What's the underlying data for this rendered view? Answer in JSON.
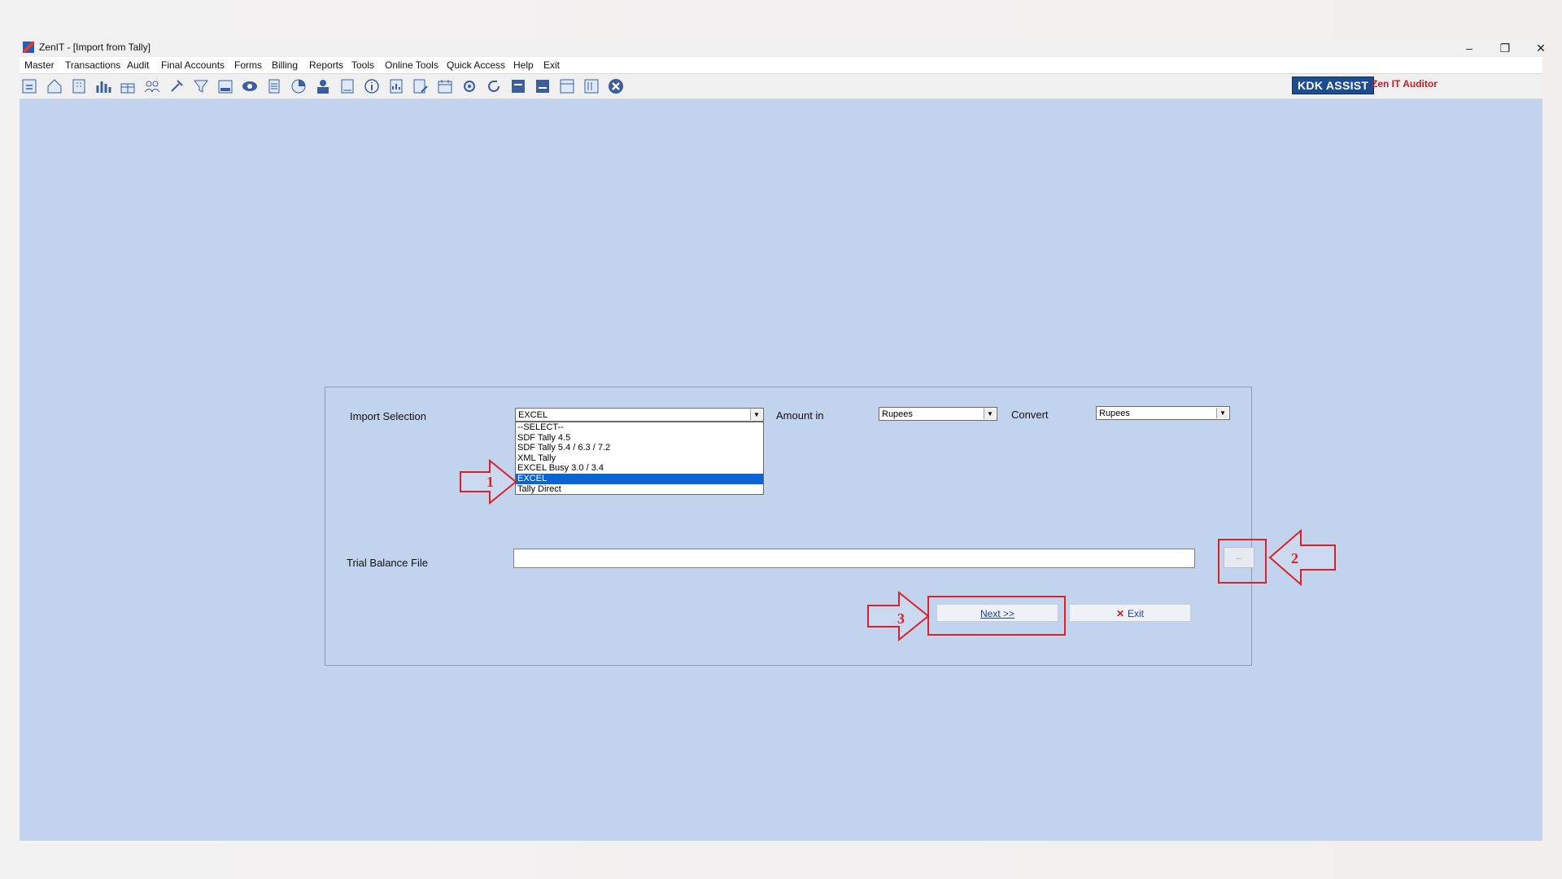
{
  "window": {
    "title": "ZenIT - [Import from Tally]",
    "controls": {
      "minimize": "–",
      "restore": "❐",
      "close": "✕"
    }
  },
  "menu": [
    "Master",
    "Transactions",
    "Audit",
    "Final Accounts",
    "Forms",
    "Billing",
    "Reports",
    "Tools",
    "Online Tools",
    "Quick Access",
    "Help",
    "Exit"
  ],
  "toolbar": {
    "icons": [
      "import-icon",
      "home-icon",
      "building-icon",
      "bar-chart-icon",
      "gift-icon",
      "users-icon",
      "hammer-icon",
      "filter-icon",
      "tax-icon",
      "eye-icon",
      "calculator-icon",
      "pie-chart-icon",
      "pay-icon",
      "book-icon",
      "info-icon",
      "report-icon",
      "edit-icon",
      "calendar-icon",
      "settings-icon",
      "refresh-icon",
      "bs-icon",
      "bs-export-icon",
      "3cd-icon",
      "sheet-icon",
      "close-circle-icon"
    ],
    "badge": "KDK ASSIST",
    "brand": "Zen IT Auditor"
  },
  "dialog": {
    "import_label": "Import Selection",
    "import_value": "EXCEL",
    "import_options": [
      "--SELECT--",
      "SDF Tally 4.5",
      "SDF Tally 5.4 / 6.3 / 7.2",
      "XML Tally",
      "EXCEL Busy 3.0 / 3.4",
      "EXCEL",
      "Tally Direct"
    ],
    "selected_index": 5,
    "amount_label": "Amount in",
    "amount_value": "Rupees",
    "convert_label": "Convert",
    "convert_value": "Rupees",
    "trial_label": "Trial Balance File",
    "trial_value": "",
    "browse_label": "...",
    "next_label": "Next  >>",
    "exit_icon": "✕",
    "exit_label": "Exit"
  },
  "annotations": {
    "step1": "1",
    "step2": "2",
    "step3": "3"
  },
  "colors": {
    "highlight": "#d9212a",
    "selection": "#0a64d6",
    "workspace": "#c1d3ed"
  }
}
